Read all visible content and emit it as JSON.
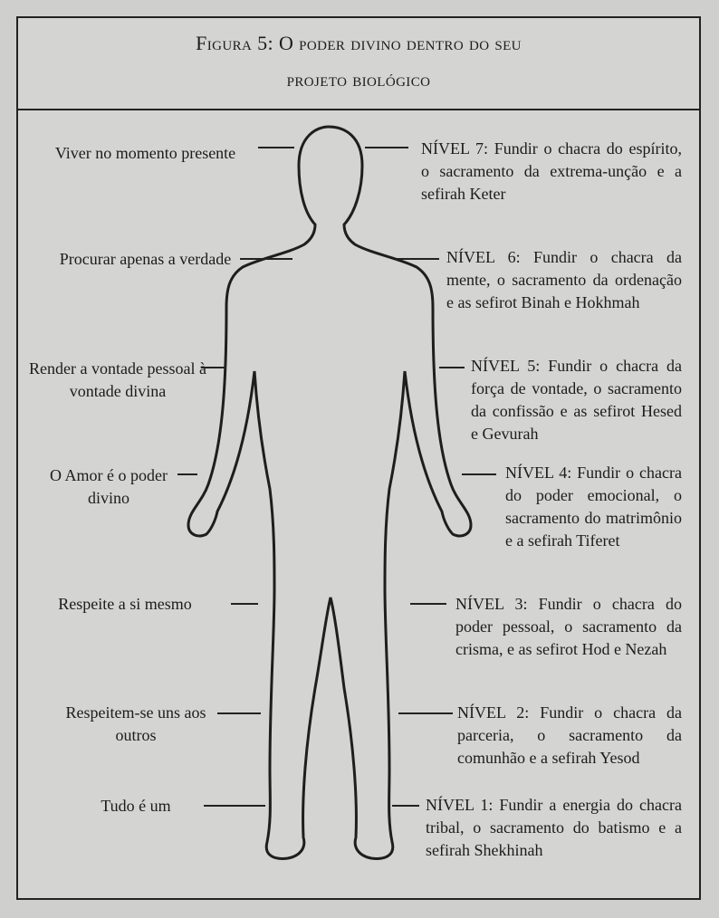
{
  "title_line1": "Figura 5: O poder divino dentro do seu",
  "title_line2": "projeto biológico",
  "levels": [
    {
      "left": "Viver no momento presente",
      "right": "NÍVEL 7: Fundir o chacra do espírito, o sacramento da extrema-unção e a sefirah Keter"
    },
    {
      "left": "Procurar apenas a verdade",
      "right": "NÍVEL 6: Fundir o chacra da mente, o sacramento da ordenação e as sefirot Binah e Hokhmah"
    },
    {
      "left": "Render a vontade pessoal à vontade divina",
      "right": "NÍVEL 5: Fundir o chacra da força de vontade, o sacramento da confissão e as sefirot Hesed e Gevurah"
    },
    {
      "left": "O Amor é o poder divino",
      "right": "NÍVEL 4: Fundir o chacra do poder emocional, o sacramento do matrimônio e a sefirah Tiferet"
    },
    {
      "left": "Respeite a si mesmo",
      "right": "NÍVEL 3: Fundir o chacra do poder pessoal, o sacramento da crisma, e as sefirot Hod e Nezah"
    },
    {
      "left": "Respeitem-se uns aos outros",
      "right": "NÍVEL 2: Fundir o chacra da parceria, o sacramento da comunhão e a sefirah Yesod"
    },
    {
      "left": "Tudo é um",
      "right": "NÍVEL 1: Fundir a energia do chacra tribal, o sacramento do batismo e a sefirah Shekhinah"
    }
  ]
}
